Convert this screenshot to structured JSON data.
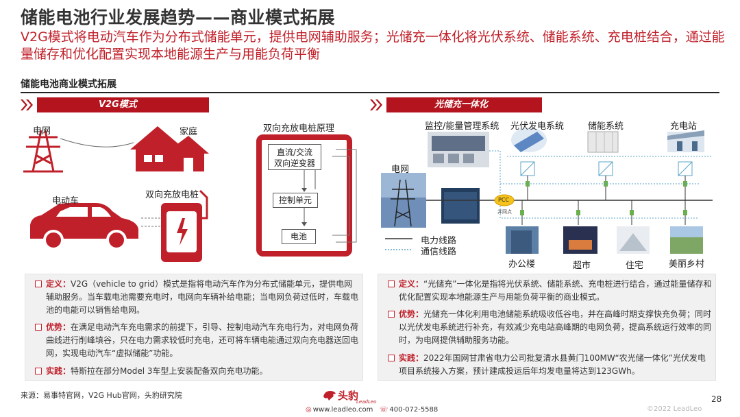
{
  "header": {
    "title": "储能电池行业发展趋势——商业模式拓展",
    "subtitle": "V2G模式将电动汽车作为分布式储能单元，提供电网辅助服务；光储充一体化将光伏系统、储能系统、充电桩结合，通过能量储存和优化配置实现本地能源生产与用能负荷平衡",
    "section": "储能电池商业模式拓展"
  },
  "left": {
    "banner": "V2G模式",
    "labels": {
      "grid": "电网",
      "home": "家庭",
      "ev": "电动车",
      "charger": "双向充放电桩",
      "principle": "双向充放电桩原理"
    },
    "principle_boxes": [
      "直流/交流\n双向逆变器",
      "控制单元",
      "电池"
    ],
    "definition": {
      "head": "定义：",
      "text": "V2G（vehicle to grid）模式是指将电动汽车作为分布式储能单元，提供电网辅助服务。当车载电池需要充电时，电网向车辆补给电能；当电网负荷过低时，车载电池的电能可以销售给电网。"
    },
    "advantage": {
      "head": "优势：",
      "text": "在满足电动汽车充电需求的前提下，引导、控制电动汽车充电行为，对电网负荷曲线进行削峰填谷，只在电力需求较低时充电，还可将车辆电能通过双向充电器送回电网，实现电动汽车“虚拟储能”功能。"
    },
    "practice": {
      "head": "实践：",
      "text": "特斯拉在部分Model 3车型上安装配备双向充电功能。"
    }
  },
  "right": {
    "banner": "光储充一体化",
    "labels": {
      "monitor": "监控/能量管理系统",
      "pv": "光伏发电系统",
      "storage": "储能系统",
      "station": "充电站",
      "grid": "电网",
      "pcc": "PCC",
      "pcc_sub": "并网点",
      "power_line": "电力线路",
      "comm_line": "通信线路",
      "office": "办公楼",
      "market": "超市",
      "house": "住宅",
      "village": "美丽乡村"
    },
    "definition": {
      "head": "定义：",
      "text": "“光储充”一体化是指将光伏系统、储能系统、充电桩进行结合，通过能量储存和优化配置实现本地能源生产与用能负荷平衡的商业模式。"
    },
    "advantage": {
      "head": "优势：",
      "text": "光储充一体化利用电池储能系统吸收低谷电，并在高峰时期支撑快充负荷；同时以光伏发电系统进行补充，有效减少充电站高峰期的电网负荷，提高系统运行效率的同时，为电网提供辅助服务功能。"
    },
    "practice": {
      "head": "实践：",
      "text": "2022年国网甘肃省电力公司批复清水县黄门100MW“农光储一体化”光伏发电项目系统接入方案，预计建成投运后年均发电量将达到123GWh。"
    }
  },
  "footer": {
    "source": "来源：易事特官网，V2G Hub官网，头豹研究院",
    "brand": "头豹",
    "brand_sub": "LeadLeo",
    "website": "www.leadleo.com",
    "phone": "400-072-5588",
    "copyright": "©2022 LeadLeo",
    "page": "28"
  },
  "colors": {
    "accent": "#c0202a",
    "banner": "#b3141d"
  },
  "icons": [
    "power-tower-icon",
    "house-icon",
    "car-icon",
    "charger-icon",
    "lightning-icon",
    "globe-icon",
    "phone-icon",
    "leopard-logo-icon"
  ]
}
